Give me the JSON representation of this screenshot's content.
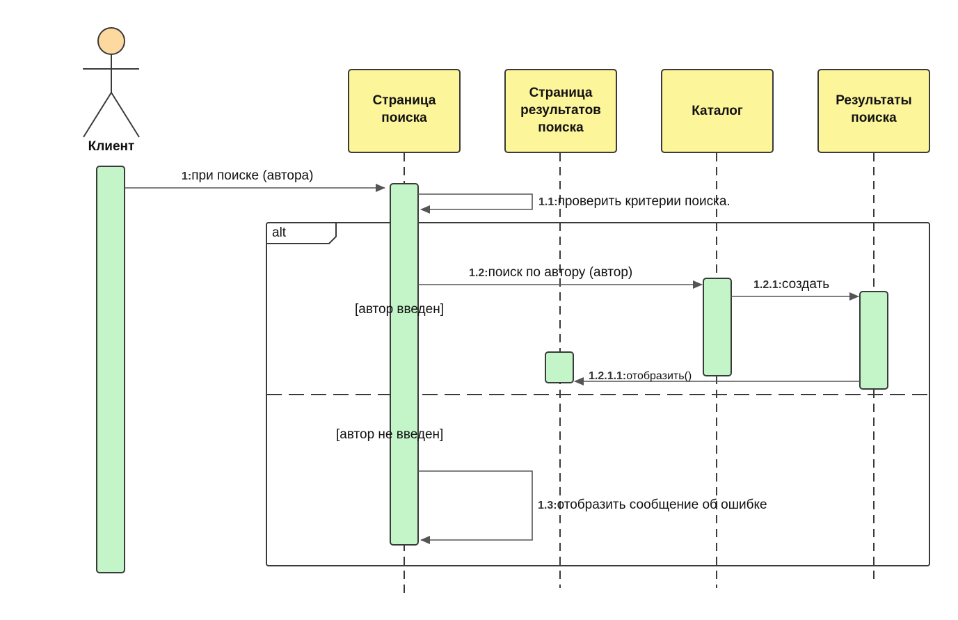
{
  "actor": {
    "label": "Клиент",
    "head_color": "#fdd9a0"
  },
  "lifelines": {
    "search_page": {
      "line1": "Страница",
      "line2": "поиска"
    },
    "results_page": {
      "line1": "Страница",
      "line2": "результатов",
      "line3": "поиска"
    },
    "catalog": {
      "line1": "Каталог"
    },
    "search_results": {
      "line1": "Результаты",
      "line2": "поиска"
    }
  },
  "colors": {
    "lifeline_fill": "#fdf59a",
    "activation_fill": "#c3f5c8",
    "stroke": "#3a3a3a"
  },
  "messages": {
    "m1": {
      "num": "1:",
      "text": "при поиске (автора)"
    },
    "m1_1": {
      "num": "1.1:",
      "text": "проверить критерии поиска."
    },
    "m1_2": {
      "num": "1.2:",
      "text": "поиск по автору (автор)"
    },
    "m1_2_1": {
      "num": "1.2.1:",
      "text": "создать"
    },
    "m1_2_1_1": {
      "num": "1.2.1.1:",
      "text": "отобразить()"
    },
    "m1_3": {
      "num": "1.3:",
      "text": "отобразить сообщение об ошибке"
    }
  },
  "fragment": {
    "operator": "alt",
    "guard1": "[автор введен]",
    "guard2": "[автор не введен]"
  }
}
